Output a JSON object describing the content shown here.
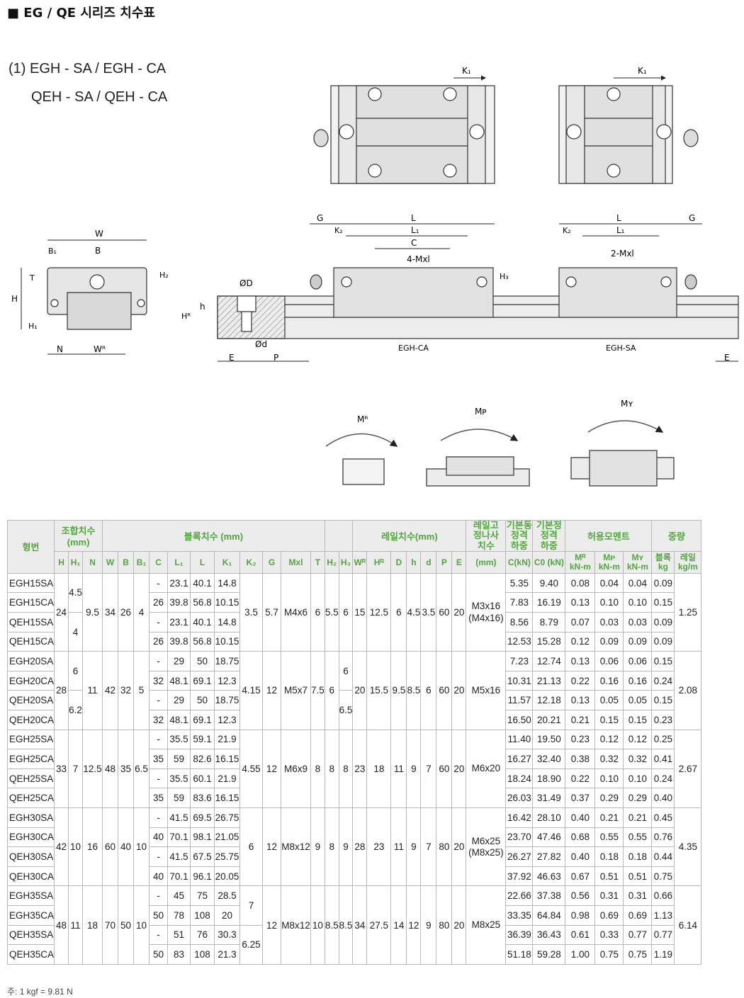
{
  "title": "■ EG / QE 시리즈 치수표",
  "subtitle_line1": "(1) EGH - SA / EGH - CA",
  "subtitle_line2": "QEH - SA / QEH - CA",
  "drawing_labels": {
    "K1": "K₁",
    "W": "W",
    "B1": "B₁",
    "B": "B",
    "T": "T",
    "H2": "H₂",
    "H": "H",
    "H1": "H₁",
    "N": "N",
    "WR": "Wᴿ",
    "G": "G",
    "L": "L",
    "K2": "K₂",
    "L1": "L₁",
    "C": "C",
    "M4": "4-Mxl",
    "M2": "2-Mxl",
    "H3": "H₃",
    "HR": "Hᴿ",
    "h": "h",
    "D": "ØD",
    "d": "Ød",
    "E": "E",
    "P": "P",
    "ca": "EGH-CA",
    "sa": "EGH-SA",
    "MR": "Mᴿ",
    "MP": "Mᴘ",
    "MY": "Mʏ"
  },
  "table": {
    "head": {
      "model": "형번",
      "combo": "조합치수\n(mm)",
      "block": "블록치수 (mm)",
      "rail": "레일치수(mm)",
      "bolt": "레일고\n정나사\n치수",
      "dyn": "기본동\n정격\n하중",
      "stat": "기본정\n정격\n하중",
      "moment": "허용모멘트",
      "weight": "중량",
      "sym": [
        "H",
        "H₁",
        "N",
        "W",
        "B",
        "B₁",
        "C",
        "L₁",
        "L",
        "K₁",
        "K₂",
        "G",
        "Mxl",
        "T",
        "H₂",
        "H₃",
        "Wᴿ",
        "Hᴿ",
        "D",
        "h",
        "d",
        "P",
        "E",
        "(mm)",
        "C(kN)",
        "C0 (kN)",
        "Mᴿ\nkN-m",
        "Mᴘ\nkN-m",
        "Mʏ\nkN-m",
        "블록\nkg",
        "레일\nkg/m"
      ]
    },
    "groups": [
      {
        "H": "24",
        "N": "9.5",
        "W": "34",
        "B": "26",
        "B1": "4",
        "K2": "3.5",
        "G": "5.7",
        "M": "M4x6",
        "T": "6",
        "H2": "5.5",
        "H3": "6",
        "WR": "15",
        "HR": "12.5",
        "D": "6",
        "h": "4.5",
        "d": "3.5",
        "P": "60",
        "E": "20",
        "bolt": "M3x16\n(M4x16)",
        "rail_kg": "1.25",
        "H1": [
          {
            "v": "4.5",
            "span": 2
          },
          {
            "v": "4",
            "span": 2
          }
        ],
        "rows": [
          {
            "model": "EGH15SA",
            "C": "-",
            "L1": "23.1",
            "L": "40.1",
            "K1": "14.8",
            "Cd": "5.35",
            "C0": "9.40",
            "MR": "0.08",
            "MP": "0.04",
            "MY": "0.04",
            "kg": "0.09"
          },
          {
            "model": "EGH15CA",
            "C": "26",
            "L1": "39.8",
            "L": "56.8",
            "K1": "10.15",
            "Cd": "7.83",
            "C0": "16.19",
            "MR": "0.13",
            "MP": "0.10",
            "MY": "0.10",
            "kg": "0.15"
          },
          {
            "model": "QEH15SA",
            "C": "-",
            "L1": "23.1",
            "L": "40.1",
            "K1": "14.8",
            "Cd": "8.56",
            "C0": "8.79",
            "MR": "0.07",
            "MP": "0.03",
            "MY": "0.03",
            "kg": "0.09"
          },
          {
            "model": "QEH15CA",
            "C": "26",
            "L1": "39.8",
            "L": "56.8",
            "K1": "10.15",
            "Cd": "12.53",
            "C0": "15.28",
            "MR": "0.12",
            "MP": "0.09",
            "MY": "0.09",
            "kg": "0.09"
          }
        ]
      },
      {
        "H": "28",
        "N": "11",
        "W": "42",
        "B": "32",
        "B1": "5",
        "K2": "4.15",
        "G": "12",
        "M": "M5x7",
        "T": "7.5",
        "H2": "6",
        "WR": "20",
        "HR": "15.5",
        "D": "9.5",
        "h": "8.5",
        "d": "6",
        "P": "60",
        "E": "20",
        "bolt": "M5x16",
        "rail_kg": "2.08",
        "H1": [
          {
            "v": "6",
            "span": 2
          },
          {
            "v": "6.2",
            "span": 2
          }
        ],
        "H3": [
          {
            "v": "6",
            "span": 2
          },
          {
            "v": "6.5",
            "span": 2
          }
        ],
        "rows": [
          {
            "model": "EGH20SA",
            "C": "-",
            "L1": "29",
            "L": "50",
            "K1": "18.75",
            "Cd": "7.23",
            "C0": "12.74",
            "MR": "0.13",
            "MP": "0.06",
            "MY": "0.06",
            "kg": "0.15"
          },
          {
            "model": "EGH20CA",
            "C": "32",
            "L1": "48.1",
            "L": "69.1",
            "K1": "12.3",
            "Cd": "10.31",
            "C0": "21.13",
            "MR": "0.22",
            "MP": "0.16",
            "MY": "0.16",
            "kg": "0.24"
          },
          {
            "model": "QEH20SA",
            "C": "-",
            "L1": "29",
            "L": "50",
            "K1": "18.75",
            "Cd": "11.57",
            "C0": "12.18",
            "MR": "0.13",
            "MP": "0.05",
            "MY": "0.05",
            "kg": "0.15"
          },
          {
            "model": "QEH20CA",
            "C": "32",
            "L1": "48.1",
            "L": "69.1",
            "K1": "12.3",
            "Cd": "16.50",
            "C0": "20.21",
            "MR": "0.21",
            "MP": "0.15",
            "MY": "0.15",
            "kg": "0.23"
          }
        ]
      },
      {
        "H": "33",
        "H1v": "7",
        "N": "12.5",
        "W": "48",
        "B": "35",
        "B1": "6.5",
        "K2": "4.55",
        "G": "12",
        "M": "M6x9",
        "T": "8",
        "H2": "8",
        "H3": "8",
        "WR": "23",
        "HR": "18",
        "D": "11",
        "h": "9",
        "d": "7",
        "P": "60",
        "E": "20",
        "bolt": "M6x20",
        "rail_kg": "2.67",
        "rows": [
          {
            "model": "EGH25SA",
            "C": "-",
            "L1": "35.5",
            "L": "59.1",
            "K1": "21.9",
            "Cd": "11.40",
            "C0": "19.50",
            "MR": "0.23",
            "MP": "0.12",
            "MY": "0.12",
            "kg": "0.25"
          },
          {
            "model": "EGH25CA",
            "C": "35",
            "L1": "59",
            "L": "82.6",
            "K1": "16.15",
            "Cd": "16.27",
            "C0": "32.40",
            "MR": "0.38",
            "MP": "0.32",
            "MY": "0.32",
            "kg": "0.41"
          },
          {
            "model": "QEH25SA",
            "C": "-",
            "L1": "35.5",
            "L": "60.1",
            "K1": "21.9",
            "Cd": "18.24",
            "C0": "18.90",
            "MR": "0.22",
            "MP": "0.10",
            "MY": "0.10",
            "kg": "0.24"
          },
          {
            "model": "QEH25CA",
            "C": "35",
            "L1": "59",
            "L": "83.6",
            "K1": "16.15",
            "Cd": "26.03",
            "C0": "31.49",
            "MR": "0.37",
            "MP": "0.29",
            "MY": "0.29",
            "kg": "0.40"
          }
        ]
      },
      {
        "H": "42",
        "H1v": "10",
        "N": "16",
        "W": "60",
        "B": "40",
        "B1": "10",
        "K2": "6",
        "G": "12",
        "M": "M8x12",
        "T": "9",
        "H2": "8",
        "H3": "9",
        "WR": "28",
        "HR": "23",
        "D": "11",
        "h": "9",
        "d": "7",
        "P": "80",
        "E": "20",
        "bolt": "M6x25\n(M8x25)",
        "rail_kg": "4.35",
        "rows": [
          {
            "model": "EGH30SA",
            "C": "-",
            "L1": "41.5",
            "L": "69.5",
            "K1": "26.75",
            "Cd": "16.42",
            "C0": "28.10",
            "MR": "0.40",
            "MP": "0.21",
            "MY": "0.21",
            "kg": "0.45"
          },
          {
            "model": "EGH30CA",
            "C": "40",
            "L1": "70.1",
            "L": "98.1",
            "K1": "21.05",
            "Cd": "23.70",
            "C0": "47.46",
            "MR": "0.68",
            "MP": "0.55",
            "MY": "0.55",
            "kg": "0.76"
          },
          {
            "model": "QEH30SA",
            "C": "-",
            "L1": "41.5",
            "L": "67.5",
            "K1": "25.75",
            "Cd": "26.27",
            "C0": "27.82",
            "MR": "0.40",
            "MP": "0.18",
            "MY": "0.18",
            "kg": "0.44"
          },
          {
            "model": "QEH30CA",
            "C": "40",
            "L1": "70.1",
            "L": "96.1",
            "K1": "20.05",
            "Cd": "37.92",
            "C0": "46.63",
            "MR": "0.67",
            "MP": "0.51",
            "MY": "0.51",
            "kg": "0.75"
          }
        ]
      },
      {
        "H": "48",
        "H1v": "11",
        "N": "18",
        "W": "70",
        "B": "50",
        "B1": "10",
        "G": "12",
        "M": "M8x12",
        "T": "10",
        "H2": "8.5",
        "H3": "8.5",
        "WR": "34",
        "HR": "27.5",
        "D": "14",
        "h": "12",
        "d": "9",
        "P": "80",
        "E": "20",
        "bolt": "M8x25",
        "rail_kg": "6.14",
        "K2s": [
          {
            "v": "7",
            "span": 2
          },
          {
            "v": "6.25",
            "span": 2
          }
        ],
        "rows": [
          {
            "model": "EGH35SA",
            "C": "-",
            "L1": "45",
            "L": "75",
            "K1": "28.5",
            "Cd": "22.66",
            "C0": "37.38",
            "MR": "0.56",
            "MP": "0.31",
            "MY": "0.31",
            "kg": "0.66"
          },
          {
            "model": "EGH35CA",
            "C": "50",
            "L1": "78",
            "L": "108",
            "K1": "20",
            "Cd": "33.35",
            "C0": "64.84",
            "MR": "0.98",
            "MP": "0.69",
            "MY": "0.69",
            "kg": "1.13"
          },
          {
            "model": "QEH35SA",
            "C": "-",
            "L1": "51",
            "L": "76",
            "K1": "30.3",
            "Cd": "36.39",
            "C0": "36.43",
            "MR": "0.61",
            "MP": "0.33",
            "MY": "0.77",
            "kg": "0.77"
          },
          {
            "model": "QEH35CA",
            "C": "50",
            "L1": "83",
            "L": "108",
            "K1": "21.3",
            "Cd": "51.18",
            "C0": "59.28",
            "MR": "1.00",
            "MP": "0.75",
            "MY": "0.75",
            "kg": "1.19"
          }
        ]
      }
    ]
  },
  "note": "주: 1 kgf = 9.81 N"
}
